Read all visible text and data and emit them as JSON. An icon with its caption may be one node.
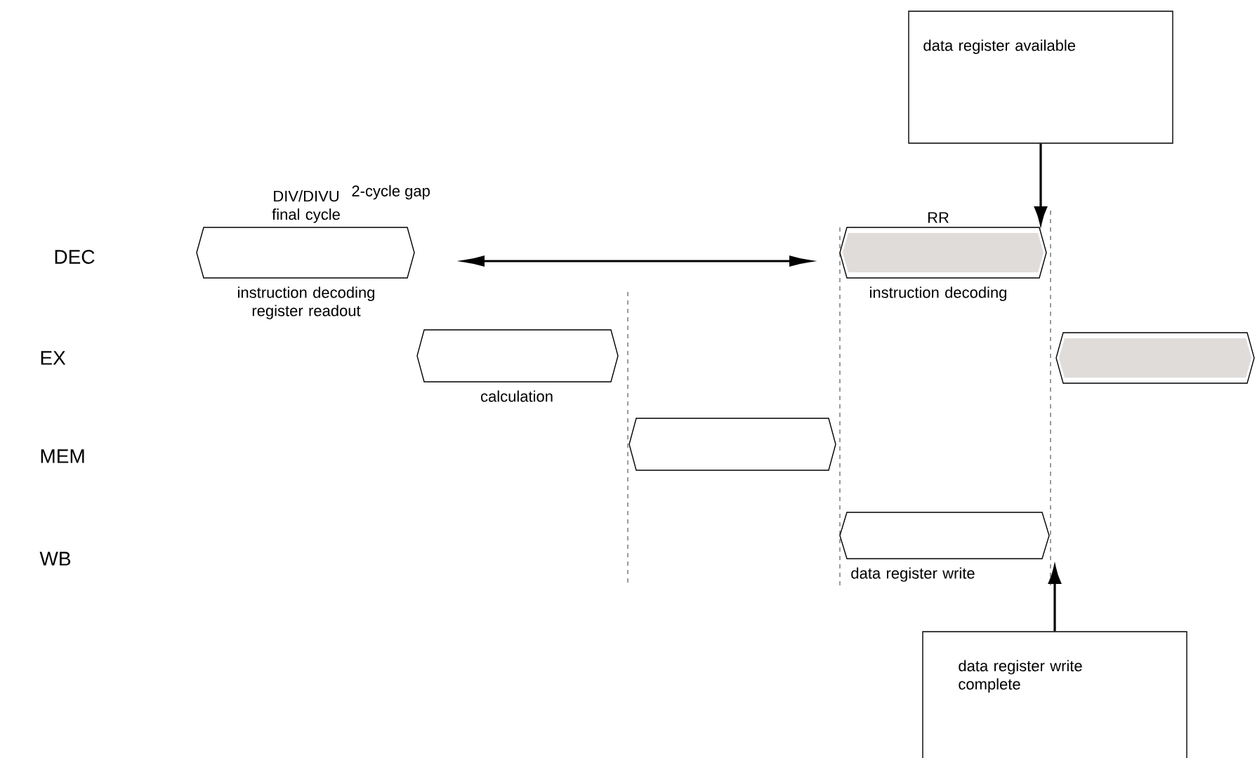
{
  "diagram": {
    "nodes": [
      {
        "text": [
          "DIV/DIVU final cycle"
        ],
        "beside": [
          "instruction decoding register readout"
        ]
      },
      {
        "text": [],
        "shape": "bar",
        "beside": [
          "calculation"
        ]
      },
      {
        "text": [],
        "shape": "bar"
      },
      {
        "text": [
          "RR"
        ],
        "beside": [
          "instruction decoding"
        ]
      },
      {
        "text": [],
        "shape": "bar"
      },
      {
        "text": [],
        "shape": "bar",
        "beside": [
          "data register write"
        ]
      },
      {
        "text": [
          "data register available"
        ]
      },
      {
        "text": [
          "data register write complete"
        ]
      }
    ],
    "edges": [
      {
        "from": 6,
        "to": 3,
        "arrow": "to"
      },
      {
        "from": 7,
        "to": 5,
        "arrow": "to"
      }
    ],
    "labels": [
      "DEC",
      "2-cycle gap",
      "EX",
      "MEM",
      "WB"
    ]
  }
}
